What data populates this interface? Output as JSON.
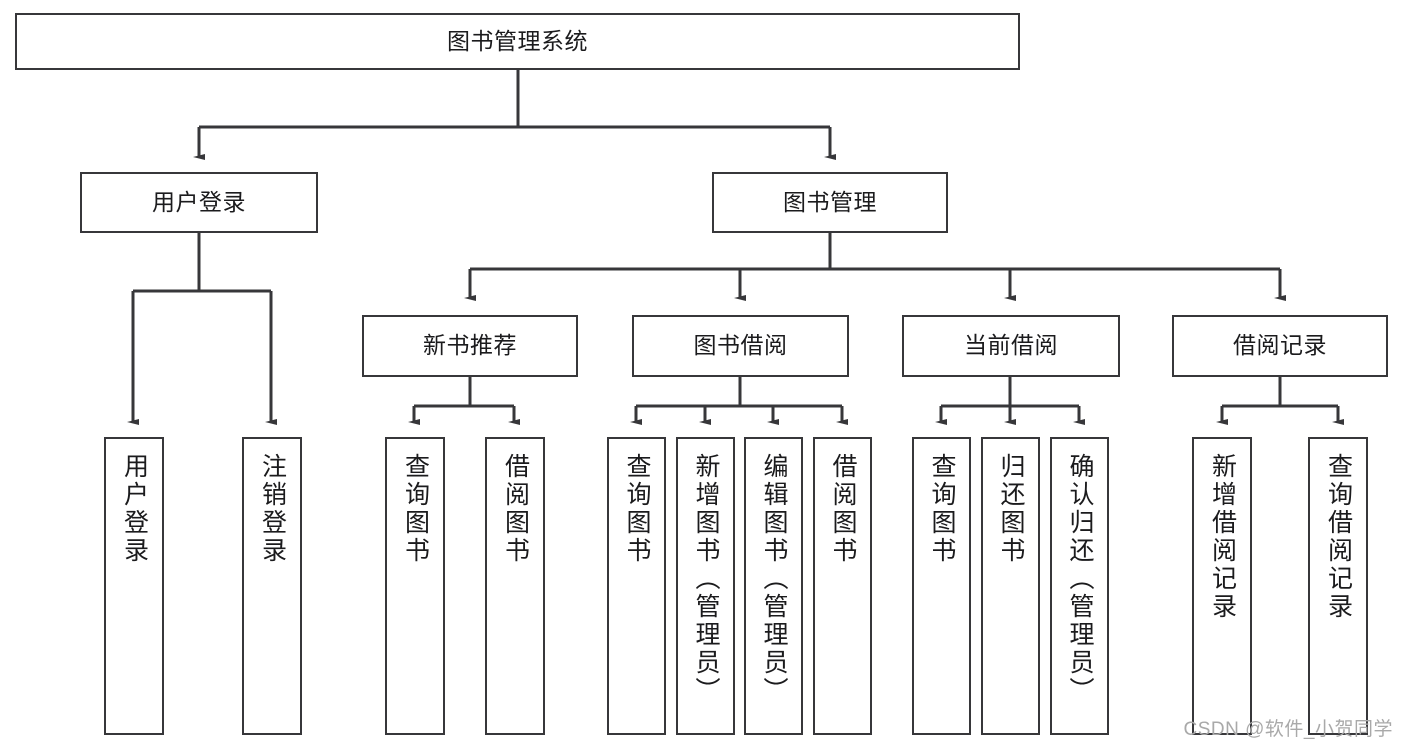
{
  "diagram": {
    "type": "hierarchy-tree",
    "title": "图书管理系统",
    "watermark": "CSDN @软件_小贺同学",
    "colors": {
      "box_border": "#37373a",
      "box_fill": "#ffffff",
      "edge": "#37373a",
      "text": "#1b1b1d",
      "watermark": "#a9a9a9"
    },
    "nodes": {
      "root": {
        "label": "图书管理系统",
        "level": 1
      },
      "l2": [
        {
          "id": "user-login",
          "label": "用户登录",
          "level": 2
        },
        {
          "id": "book-manage",
          "label": "图书管理",
          "level": 2
        }
      ],
      "l3": [
        {
          "id": "new-book-recommend",
          "label": "新书推荐",
          "level": 3,
          "parent": "book-manage"
        },
        {
          "id": "book-borrow",
          "label": "图书借阅",
          "level": 3,
          "parent": "book-manage"
        },
        {
          "id": "current-borrow",
          "label": "当前借阅",
          "level": 3,
          "parent": "book-manage"
        },
        {
          "id": "borrow-record",
          "label": "借阅记录",
          "level": 3,
          "parent": "book-manage"
        }
      ],
      "leaves": [
        {
          "id": "leaf-user-login",
          "label": "用户登录",
          "parent": "user-login"
        },
        {
          "id": "leaf-logout-login",
          "label": "注销登录",
          "parent": "user-login"
        },
        {
          "id": "leaf-query-book-1",
          "label": "查询图书",
          "parent": "new-book-recommend"
        },
        {
          "id": "leaf-borrow-book-1",
          "label": "借阅图书",
          "parent": "new-book-recommend"
        },
        {
          "id": "leaf-query-book-2",
          "label": "查询图书",
          "parent": "book-borrow"
        },
        {
          "id": "leaf-add-book",
          "label": "新增图书（管理员）",
          "parent": "book-borrow"
        },
        {
          "id": "leaf-edit-book",
          "label": "编辑图书（管理员）",
          "parent": "book-borrow"
        },
        {
          "id": "leaf-borrow-book-2",
          "label": "借阅图书",
          "parent": "book-borrow"
        },
        {
          "id": "leaf-query-book-3",
          "label": "查询图书",
          "parent": "current-borrow"
        },
        {
          "id": "leaf-return-book",
          "label": "归还图书",
          "parent": "current-borrow"
        },
        {
          "id": "leaf-confirm-return",
          "label": "确认归还（管理员）",
          "parent": "current-borrow"
        },
        {
          "id": "leaf-add-record",
          "label": "新增借阅记录",
          "parent": "borrow-record"
        },
        {
          "id": "leaf-query-record",
          "label": "查询借阅记录",
          "parent": "borrow-record"
        }
      ]
    }
  }
}
